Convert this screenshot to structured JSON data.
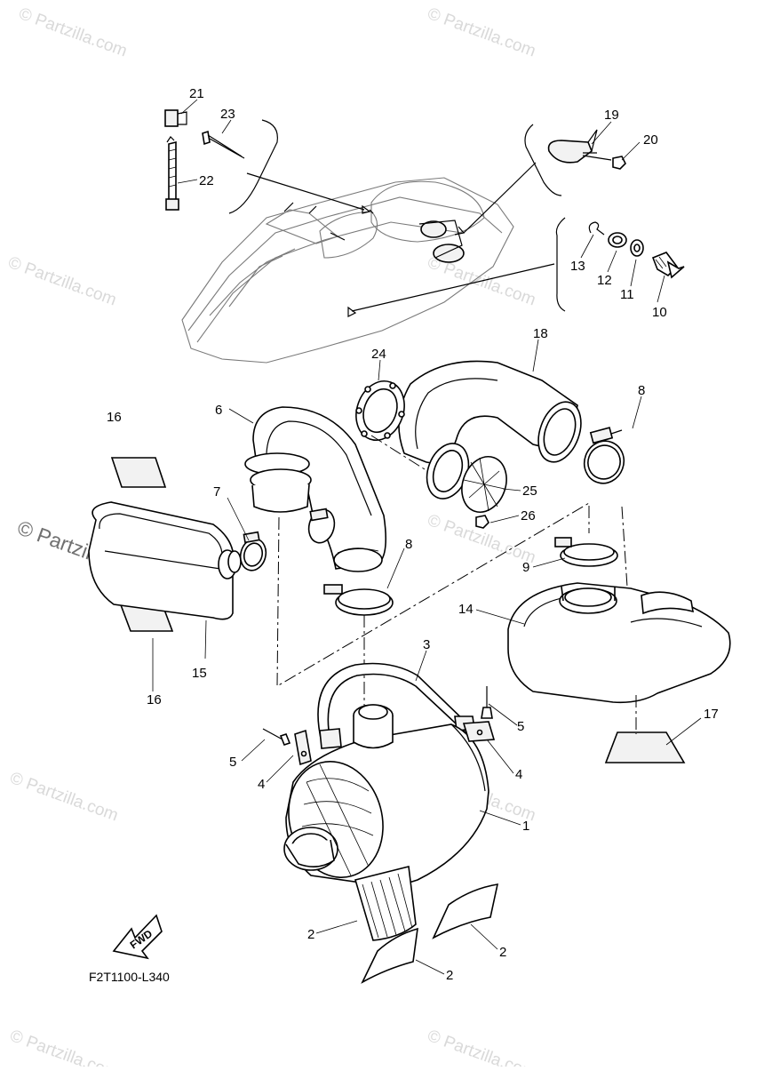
{
  "diagram": {
    "code": "F2T1100-L340",
    "fwd_label": "FWD",
    "watermark": "© Partzilla.com",
    "callouts": [
      "21",
      "23",
      "22",
      "19",
      "20",
      "13",
      "12",
      "11",
      "10",
      "18",
      "24",
      "8",
      "16",
      "6",
      "7",
      "25",
      "26",
      "8",
      "9",
      "14",
      "15",
      "16",
      "3",
      "5",
      "5",
      "4",
      "4",
      "1",
      "17",
      "2",
      "2",
      "2"
    ]
  }
}
